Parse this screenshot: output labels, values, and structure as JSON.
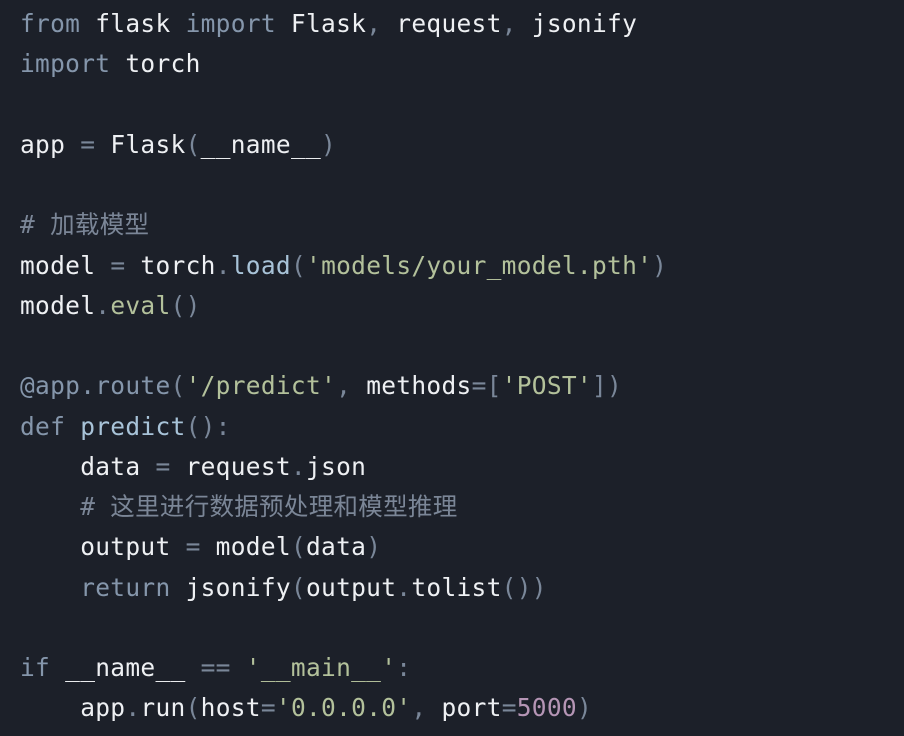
{
  "code_lines": [
    [
      [
        "kw",
        "from"
      ],
      [
        "pl",
        " flask "
      ],
      [
        "kw",
        "import"
      ],
      [
        "pl",
        " Flask"
      ],
      [
        "pu",
        ","
      ],
      [
        "pl",
        " request"
      ],
      [
        "pu",
        ","
      ],
      [
        "pl",
        " jsonify"
      ]
    ],
    [
      [
        "kw",
        "import"
      ],
      [
        "pl",
        " torch"
      ]
    ],
    [],
    [
      [
        "pl",
        "app "
      ],
      [
        "pu",
        "="
      ],
      [
        "pl",
        " Flask"
      ],
      [
        "pu",
        "("
      ],
      [
        "pl",
        "__name__"
      ],
      [
        "pu",
        ")"
      ]
    ],
    [],
    [
      [
        "cm",
        "# 加载模型"
      ]
    ],
    [
      [
        "pl",
        "model "
      ],
      [
        "pu",
        "="
      ],
      [
        "pl",
        " torch"
      ],
      [
        "pu",
        "."
      ],
      [
        "fn",
        "load"
      ],
      [
        "pu",
        "("
      ],
      [
        "st",
        "'models/your_model.pth'"
      ],
      [
        "pu",
        ")"
      ]
    ],
    [
      [
        "pl",
        "model"
      ],
      [
        "pu",
        "."
      ],
      [
        "st",
        "eval"
      ],
      [
        "pu",
        "()"
      ]
    ],
    [],
    [
      [
        "de",
        "@app.route"
      ],
      [
        "pu",
        "("
      ],
      [
        "st",
        "'/predict'"
      ],
      [
        "pu",
        ","
      ],
      [
        "pl",
        " methods"
      ],
      [
        "pu",
        "=["
      ],
      [
        "st",
        "'POST'"
      ],
      [
        "pu",
        "])"
      ]
    ],
    [
      [
        "kw",
        "def"
      ],
      [
        "fn",
        " predict"
      ],
      [
        "pu",
        "():"
      ]
    ],
    [
      [
        "pl",
        "    data "
      ],
      [
        "pu",
        "="
      ],
      [
        "pl",
        " request"
      ],
      [
        "pu",
        "."
      ],
      [
        "pl",
        "json"
      ]
    ],
    [
      [
        "cm",
        "    # 这里进行数据预处理和模型推理"
      ]
    ],
    [
      [
        "pl",
        "    output "
      ],
      [
        "pu",
        "="
      ],
      [
        "pl",
        " model"
      ],
      [
        "pu",
        "("
      ],
      [
        "pl",
        "data"
      ],
      [
        "pu",
        ")"
      ]
    ],
    [
      [
        "kw",
        "    return"
      ],
      [
        "pl",
        " jsonify"
      ],
      [
        "pu",
        "("
      ],
      [
        "pl",
        "output"
      ],
      [
        "pu",
        "."
      ],
      [
        "pl",
        "tolist"
      ],
      [
        "pu",
        "())"
      ]
    ],
    [],
    [
      [
        "kw",
        "if"
      ],
      [
        "pl",
        " __name__ "
      ],
      [
        "pu",
        "=="
      ],
      [
        "st",
        " '__main__'"
      ],
      [
        "pu",
        ":"
      ]
    ],
    [
      [
        "pl",
        "    app"
      ],
      [
        "pu",
        "."
      ],
      [
        "pl",
        "run"
      ],
      [
        "pu",
        "("
      ],
      [
        "pl",
        "host"
      ],
      [
        "pu",
        "="
      ],
      [
        "st",
        "'0.0.0.0'"
      ],
      [
        "pu",
        ","
      ],
      [
        "pl",
        " port"
      ],
      [
        "pu",
        "="
      ],
      [
        "nu",
        "5000"
      ],
      [
        "pu",
        ")"
      ]
    ]
  ]
}
